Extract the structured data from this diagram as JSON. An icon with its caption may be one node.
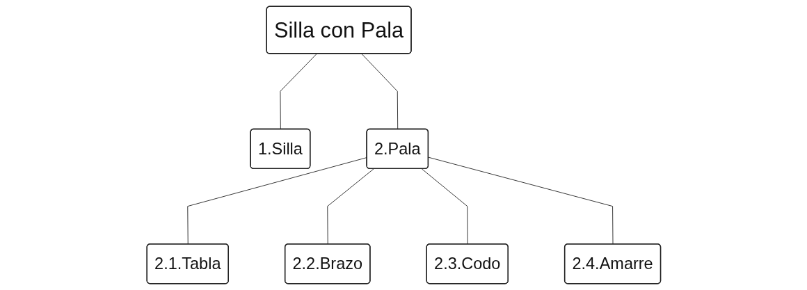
{
  "diagram": {
    "nodes": [
      {
        "text": [
          "Silla con Pala"
        ]
      },
      {
        "text": [
          "1.Silla"
        ]
      },
      {
        "text": [
          "2.Pala"
        ]
      },
      {
        "text": [
          "2.1.Tabla"
        ]
      },
      {
        "text": [
          "2.2.Brazo"
        ]
      },
      {
        "text": [
          "2.3.Codo"
        ]
      },
      {
        "text": [
          "2.4.Amarre"
        ]
      }
    ],
    "edges": [
      {
        "from": 0,
        "to": 1,
        "arrow": "none"
      },
      {
        "from": 0,
        "to": 2,
        "arrow": "none"
      },
      {
        "from": 2,
        "to": 3,
        "arrow": "none"
      },
      {
        "from": 2,
        "to": 4,
        "arrow": "none"
      },
      {
        "from": 2,
        "to": 5,
        "arrow": "none"
      },
      {
        "from": 2,
        "to": 6,
        "arrow": "none"
      }
    ]
  }
}
